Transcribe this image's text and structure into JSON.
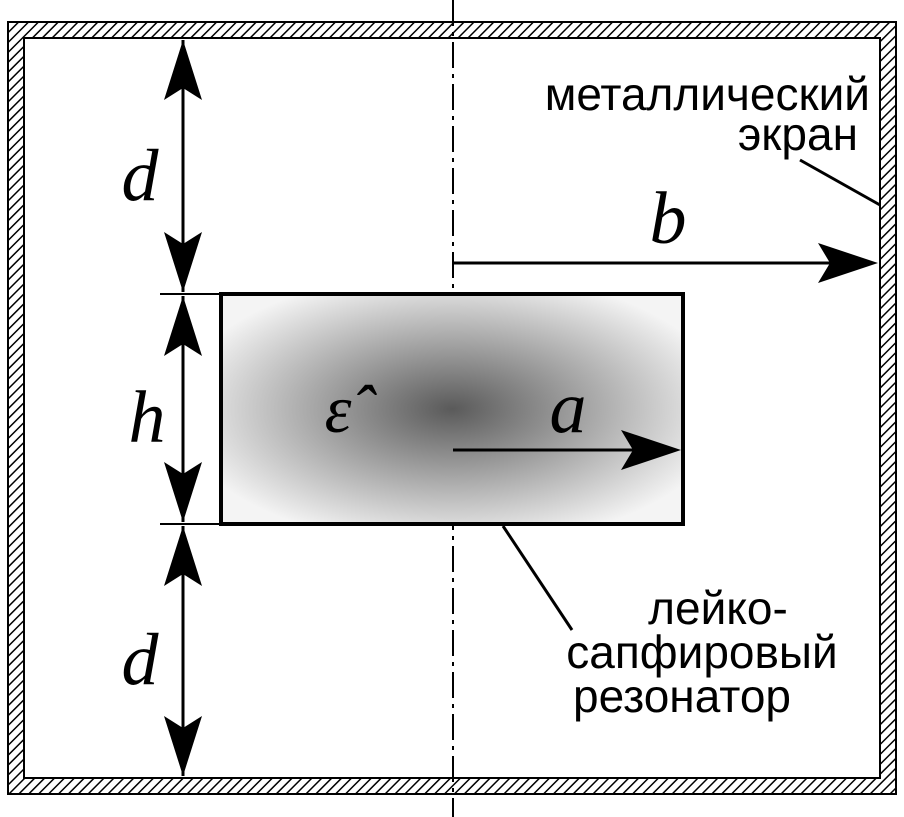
{
  "labels": {
    "screen_line1": "металлический",
    "screen_line2": "экран",
    "resonator_line1": "лейко-",
    "resonator_line2": "сапфировый",
    "resonator_line3": "резонатор",
    "dim_top": "d",
    "dim_middle": "h",
    "dim_bottom": "d",
    "radius_outer": "b",
    "radius_inner": "a",
    "permittivity": "ε̂"
  },
  "colors": {
    "line": "#000000",
    "fill_center": "#5a5a5a",
    "fill_edge": "#f4f4f4",
    "background": "#ffffff"
  }
}
